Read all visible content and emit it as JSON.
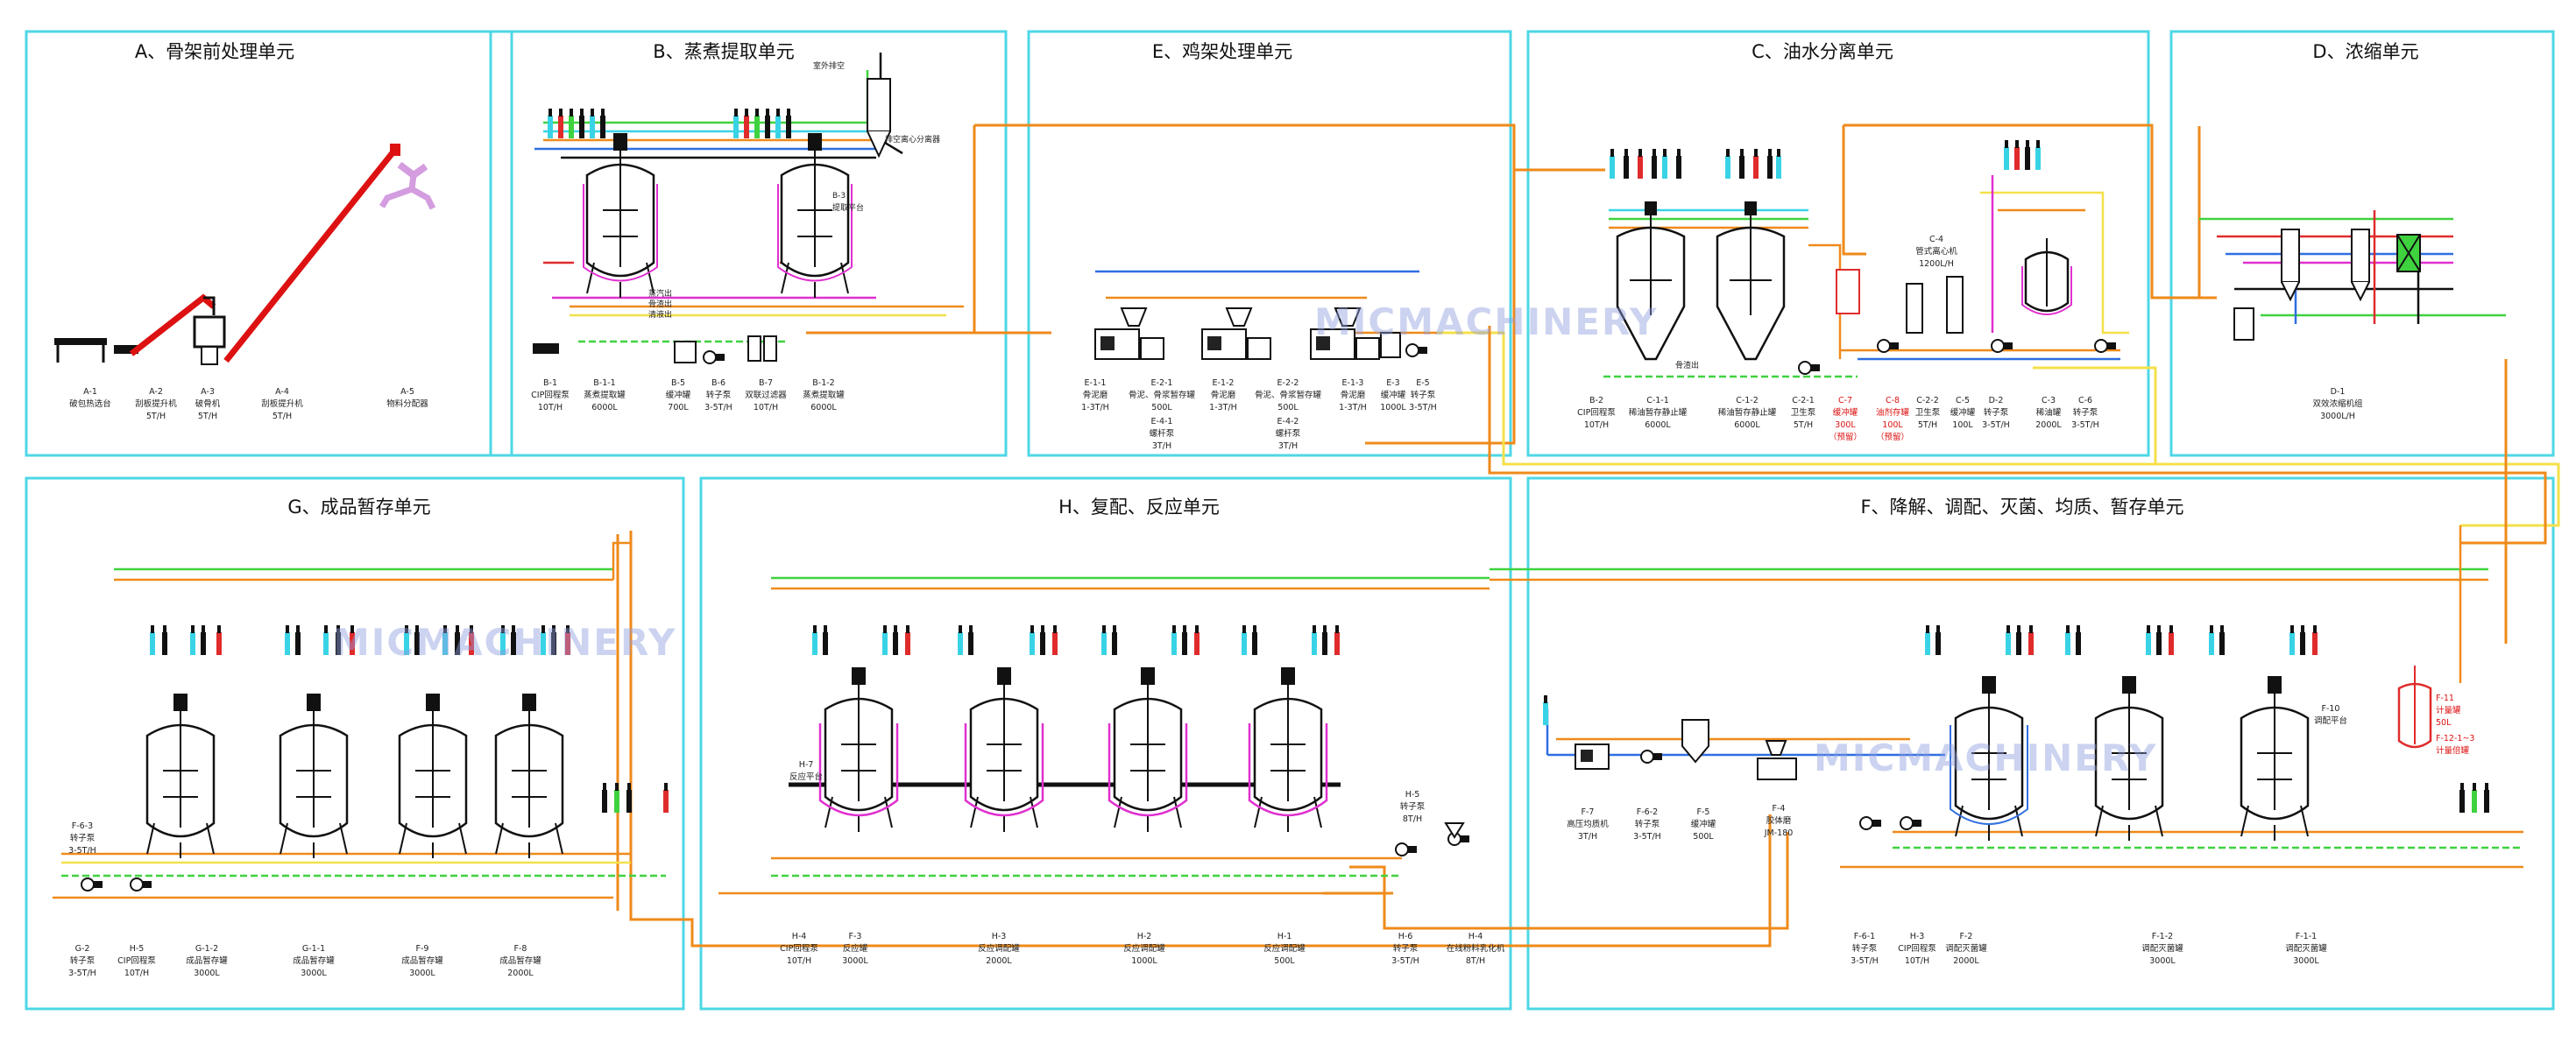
{
  "colors": {
    "frame": "#4ed7e6",
    "orange": "#ef8a1a",
    "green": "#3fd23f",
    "red": "#e02b2b",
    "blue": "#2f6fe0",
    "cyan": "#39d3e6",
    "yellow": "#f4e04a",
    "vessel": "#111111",
    "magenta": "#e030d0"
  },
  "units": {
    "a": {
      "title": "A、骨架前处理单元",
      "labels": [
        [
          "A-1",
          "破包热选台"
        ],
        [
          "A-2",
          "刮板提升机",
          "5T/H"
        ],
        [
          "A-3",
          "破骨机",
          "5T/H"
        ],
        [
          "A-4",
          "刮板提升机",
          "5T/H"
        ],
        [
          "A-5",
          "物料分配器"
        ]
      ]
    },
    "b": {
      "title": "B、蒸煮提取单元",
      "top_labels": [
        "室外排空",
        "排空离心分离器",
        "B-3",
        "提取平台"
      ],
      "side_labels": [
        "蒸汽出",
        "骨渣出",
        "清液出"
      ],
      "labels": [
        [
          "B-1",
          "CIP回程泵",
          "10T/H"
        ],
        [
          "B-1-1",
          "蒸煮提取罐",
          "6000L"
        ],
        [
          "B-5",
          "缓冲罐",
          "700L"
        ],
        [
          "B-6",
          "转子泵",
          "3-5T/H"
        ],
        [
          "B-7",
          "双联过滤器",
          "10T/H"
        ],
        [
          "B-1-2",
          "蒸煮提取罐",
          "6000L"
        ]
      ]
    },
    "e": {
      "title": "E、鸡架处理单元",
      "labels": [
        [
          "E-1-1",
          "骨泥磨",
          "1-3T/H"
        ],
        [
          "E-2-1",
          "骨泥、骨浆暂存罐",
          "500L"
        ],
        [
          "E-4-1",
          "螺杆泵",
          "3T/H"
        ],
        [
          "E-1-2",
          "骨泥磨",
          "1-3T/H"
        ],
        [
          "E-2-2",
          "骨泥、骨浆暂存罐",
          "500L"
        ],
        [
          "E-4-2",
          "螺杆泵",
          "3T/H"
        ],
        [
          "E-1-3",
          "骨泥磨",
          "1-3T/H"
        ],
        [
          "E-3",
          "缓冲罐",
          "1000L"
        ],
        [
          "E-5",
          "转子泵",
          "3-5T/H"
        ]
      ]
    },
    "c": {
      "title": "C、油水分离单元",
      "labels": [
        [
          "B-2",
          "CIP回程泵",
          "10T/H"
        ],
        [
          "C-1-1",
          "稀油暂存静止罐",
          "6000L"
        ],
        [
          "C-1-2",
          "稀油暂存静止罐",
          "6000L"
        ],
        [
          "C-2-1",
          "卫生泵",
          "5T/H"
        ],
        [
          "C-2-2",
          "卫生泵",
          "5T/H"
        ],
        [
          "C-5",
          "缓冲罐",
          "100L"
        ],
        [
          "D-2",
          "转子泵",
          "3-5T/H"
        ],
        [
          "C-3",
          "稀油罐",
          "2000L"
        ],
        [
          "C-6",
          "转子泵",
          "3-5T/H"
        ]
      ],
      "red_labels": [
        [
          "C-7",
          "缓冲罐",
          "300L",
          "（预留）"
        ],
        [
          "C-8",
          "油剂存罐",
          "100L",
          "（预留）"
        ]
      ],
      "mid_labels": [
        "C-4",
        "管式离心机",
        "1200L/H"
      ],
      "side_label": "骨渣出"
    },
    "d": {
      "title": "D、浓缩单元",
      "labels": [
        [
          "D-1",
          "双效浓缩机组",
          "3000L/H"
        ]
      ]
    },
    "g": {
      "title": "G、成品暂存单元",
      "labels": [
        [
          "F-6-3",
          "转子泵",
          "3-5T/H"
        ],
        [
          "G-2",
          "转子泵",
          "3-5T/H"
        ],
        [
          "H-5",
          "CIP回程泵",
          "10T/H"
        ],
        [
          "G-1-2",
          "成品暂存罐",
          "3000L"
        ],
        [
          "G-1-1",
          "成品暂存罐",
          "3000L"
        ],
        [
          "F-9",
          "成品暂存罐",
          "3000L"
        ],
        [
          "F-8",
          "成品暂存罐",
          "2000L"
        ]
      ]
    },
    "h": {
      "title": "H、复配、反应单元",
      "labels": [
        [
          "H-7",
          "反应平台"
        ],
        [
          "H-4",
          "CIP回程泵",
          "10T/H"
        ],
        [
          "F-3",
          "反应罐",
          "3000L"
        ],
        [
          "H-3",
          "反应调配罐",
          "2000L"
        ],
        [
          "H-2",
          "反应调配罐",
          "1000L"
        ],
        [
          "H-1",
          "反应调配罐",
          "500L"
        ],
        [
          "H-5",
          "转子泵",
          "8T/H"
        ],
        [
          "H-6",
          "转子泵",
          "3-5T/H"
        ],
        [
          "H-4",
          "在线粉料乳化机",
          "8T/H"
        ]
      ]
    },
    "f": {
      "title": "F、降解、调配、灭菌、均质、暂存单元",
      "labels": [
        [
          "F-7",
          "高压均质机",
          "3T/H"
        ],
        [
          "F-6-2",
          "转子泵",
          "3-5T/H"
        ],
        [
          "F-5",
          "缓冲罐",
          "500L"
        ],
        [
          "F-4",
          "胶体磨",
          "JM-180"
        ],
        [
          "F-10",
          "调配平台"
        ],
        [
          "F-6-1",
          "转子泵",
          "3-5T/H"
        ],
        [
          "H-3",
          "CIP回程泵",
          "10T/H"
        ],
        [
          "F-2",
          "调配灭菌罐",
          "2000L"
        ],
        [
          "F-1-2",
          "调配灭菌罐",
          "3000L"
        ],
        [
          "F-1-1",
          "调配灭菌罐",
          "3000L"
        ]
      ],
      "red_labels": [
        [
          "F-11",
          "计量罐",
          "50L"
        ],
        [
          "F-12-1~3",
          "计量倍罐"
        ]
      ]
    }
  },
  "watermark": "MICMACHINERY"
}
